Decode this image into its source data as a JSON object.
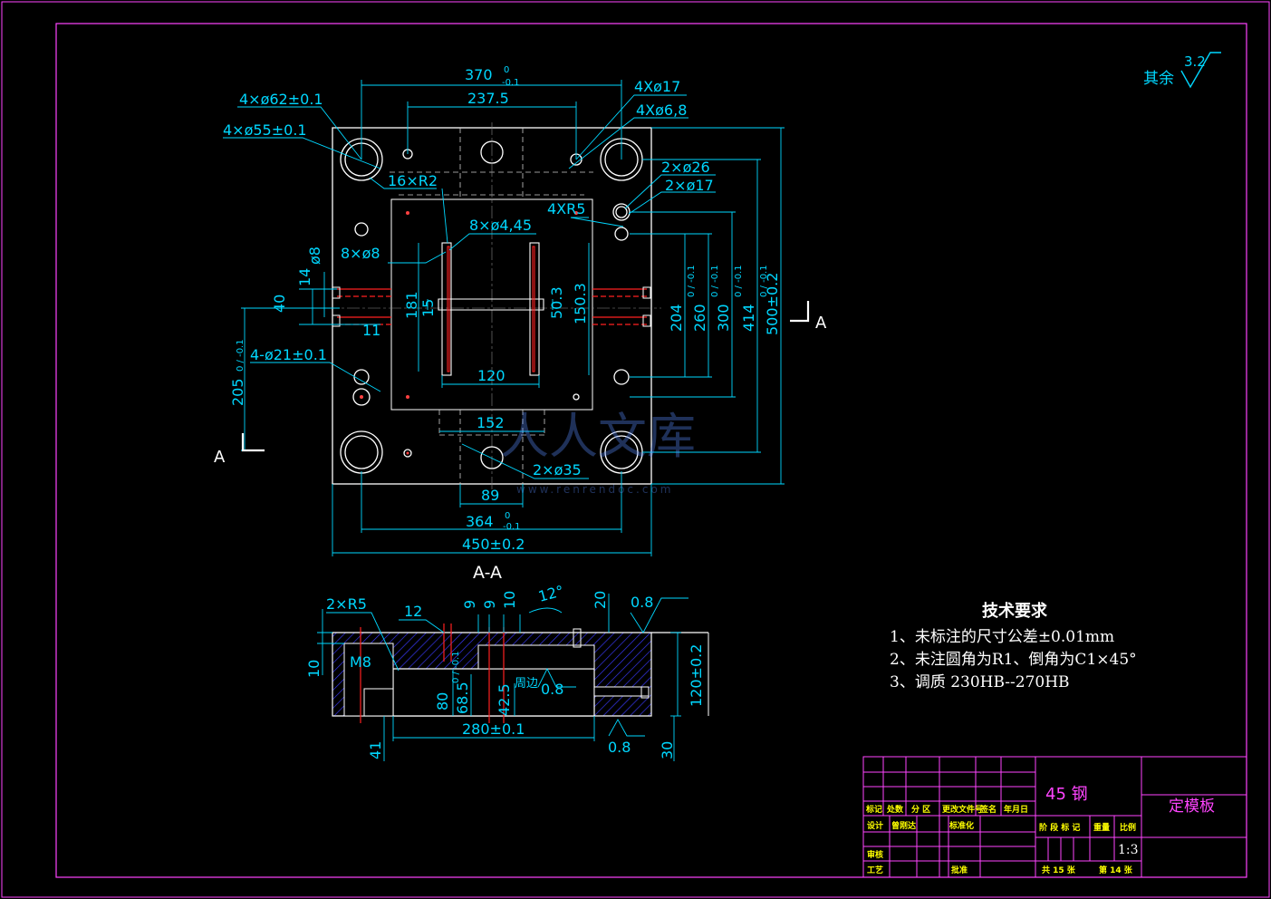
{
  "roughness": {
    "label": "其余",
    "value": "3.2"
  },
  "top_view": {
    "dims": {
      "d370": "370",
      "d370_tol_up": "0",
      "d370_tol_dn": "-0.1",
      "d237": "237.5",
      "h62": "4×ø62±0.1",
      "h55": "4×ø55±0.1",
      "h17": "4Xø17",
      "h68": "4Xø6,8",
      "r2": "16×R2",
      "h26": "2×ø26",
      "h17b": "2×ø17",
      "r5": "4XR5",
      "h445": "8×ø4,45",
      "h8": "8×ø8",
      "d8": "ø8",
      "d14": "14",
      "d40": "40",
      "d11": "11",
      "d181": "181",
      "d15": "15",
      "d503a": "50.3",
      "d1503": "150.3",
      "d120": "120",
      "d152": "152",
      "h21": "4-ø21±0.1",
      "d205": "205",
      "d205_tol": "0 / -0.1",
      "h35": "2×ø35",
      "d89": "89",
      "d364": "364",
      "d364_tol_up": "0",
      "d364_tol_dn": "-0.1",
      "d450": "450±0.2",
      "d204": "204",
      "d260": "260",
      "d300": "300",
      "d414": "414",
      "vtol": "0 / -0.1",
      "d500": "500±0.2",
      "sec_left": "A",
      "sec_right": "A"
    }
  },
  "section": {
    "title": "A-A",
    "dims": {
      "r5": "2×R5",
      "d12": "12",
      "d9a": "9",
      "d9b": "9",
      "d10": "10",
      "ang": "12°",
      "d20": "20",
      "r08a": "0.8",
      "m8": "M8",
      "d10l": "10",
      "d80": "80",
      "d80_tol": "0 / -0.1",
      "d685": "68.5",
      "d425": "42.5",
      "around": "周边",
      "r08b": "0.8",
      "d280": "280±0.1",
      "r08c": "0.8",
      "d120": "120±0.2",
      "d41": "41",
      "d30": "30"
    }
  },
  "notes": {
    "title": "技术要求",
    "items": [
      "1、未标注的尺寸公差±0.01mm",
      "2、未注圆角为R1、倒角为C1×45°",
      "3、调质  230HB--270HB"
    ]
  },
  "title_block": {
    "material": "45 钢",
    "part_name": "定模板",
    "scale": "1:3",
    "h_labels": [
      "标记",
      "处数",
      "分 区",
      "更改文件号",
      "签名",
      "年月日"
    ],
    "row_design": [
      "设计",
      "曾刚达",
      "",
      "标准化"
    ],
    "row_check": "审核",
    "row_process": "工艺",
    "row_approve": "批准",
    "stage_label": "阶 段 标 记",
    "weight_label": "重量",
    "ratio_label": "比例",
    "sheets_total": "共 15 张",
    "sheet_no": "第 14 张"
  },
  "watermark": {
    "text": "人人文库",
    "url": "www.renrendoc.com"
  },
  "colors": {
    "frame": "#ff00ff",
    "outline": "#ffffff",
    "dim": "#00d7ff",
    "hidden": "#ff2020",
    "note": "#ffffff"
  }
}
